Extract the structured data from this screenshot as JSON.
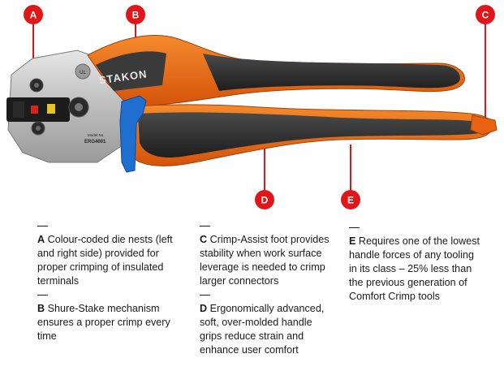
{
  "brand": "STAKON",
  "model_label": "Model No.",
  "model_number": "ERG4001",
  "markers": [
    {
      "letter": "A",
      "color": "#e0161b"
    },
    {
      "letter": "B",
      "color": "#e0161b"
    },
    {
      "letter": "C",
      "color": "#e0161b"
    },
    {
      "letter": "D",
      "color": "#e0161b"
    },
    {
      "letter": "E",
      "color": "#e0161b"
    }
  ],
  "descriptions": {
    "A": {
      "letter": "A",
      "text": "Colour-coded die nests (left and right side) provided for proper crimping of insulated terminals"
    },
    "B": {
      "letter": "B",
      "text": "Shure-Stake mechanism ensures a proper crimp every time"
    },
    "C": {
      "letter": "C",
      "text": "Crimp-Assist foot provides stability when work surface leverage is needed to crimp larger connectors"
    },
    "D": {
      "letter": "D",
      "text": "Ergonomically advanced, soft, over-molded handle grips reduce strain and enhance user comfort"
    },
    "E": {
      "letter": "E",
      "text": "Requires one of the lowest handle forces of any tooling in its class – 25% less than the previous generation of Comfort Crimp tools"
    }
  },
  "colors": {
    "accent_red": "#e0161b",
    "handle_orange": "#e8620f",
    "handle_dark": "#2b2b2b",
    "metal": "#c9c9c9",
    "latch_blue": "#1f6fd1"
  }
}
